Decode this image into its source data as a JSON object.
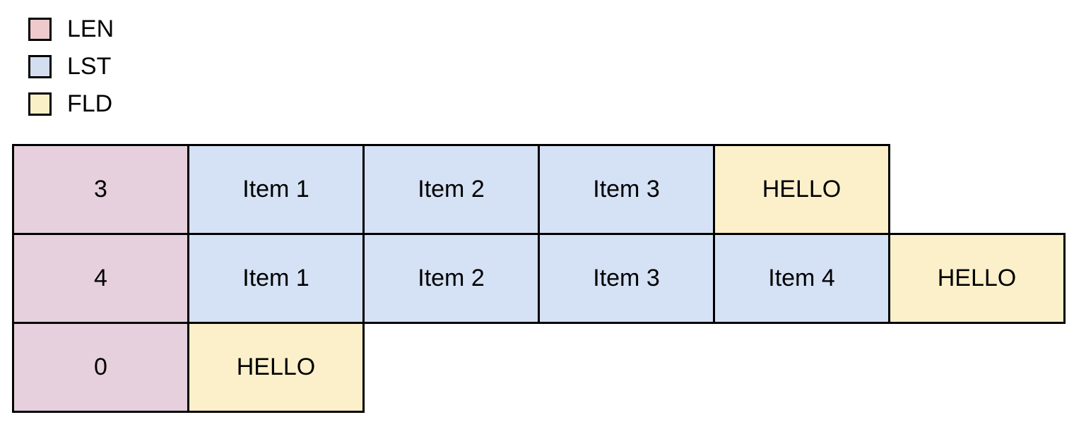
{
  "colors": {
    "background": "#ffffff",
    "border": "#000000",
    "text": "#000000",
    "legend_len": "#eecacd",
    "legend_lst": "#d3dff0",
    "legend_fld": "#faf0c8",
    "cell_len": "#e6d0dd",
    "cell_lst": "#d5e1f4",
    "cell_fld": "#fbf0ca"
  },
  "legend": {
    "items": [
      {
        "key": "len",
        "label": "LEN"
      },
      {
        "key": "lst",
        "label": "LST"
      },
      {
        "key": "fld",
        "label": "FLD"
      }
    ]
  },
  "diagram": {
    "rows": [
      {
        "cells": [
          {
            "text": "3",
            "type": "LEN"
          },
          {
            "text": "Item 1",
            "type": "LST"
          },
          {
            "text": "Item 2",
            "type": "LST"
          },
          {
            "text": "Item 3",
            "type": "LST"
          },
          {
            "text": "HELLO",
            "type": "FLD"
          }
        ]
      },
      {
        "cells": [
          {
            "text": "4",
            "type": "LEN"
          },
          {
            "text": "Item 1",
            "type": "LST"
          },
          {
            "text": "Item 2",
            "type": "LST"
          },
          {
            "text": "Item 3",
            "type": "LST"
          },
          {
            "text": "Item 4",
            "type": "LST"
          },
          {
            "text": "HELLO",
            "type": "FLD"
          }
        ]
      },
      {
        "cells": [
          {
            "text": "0",
            "type": "LEN"
          },
          {
            "text": "HELLO",
            "type": "FLD"
          }
        ]
      }
    ]
  }
}
